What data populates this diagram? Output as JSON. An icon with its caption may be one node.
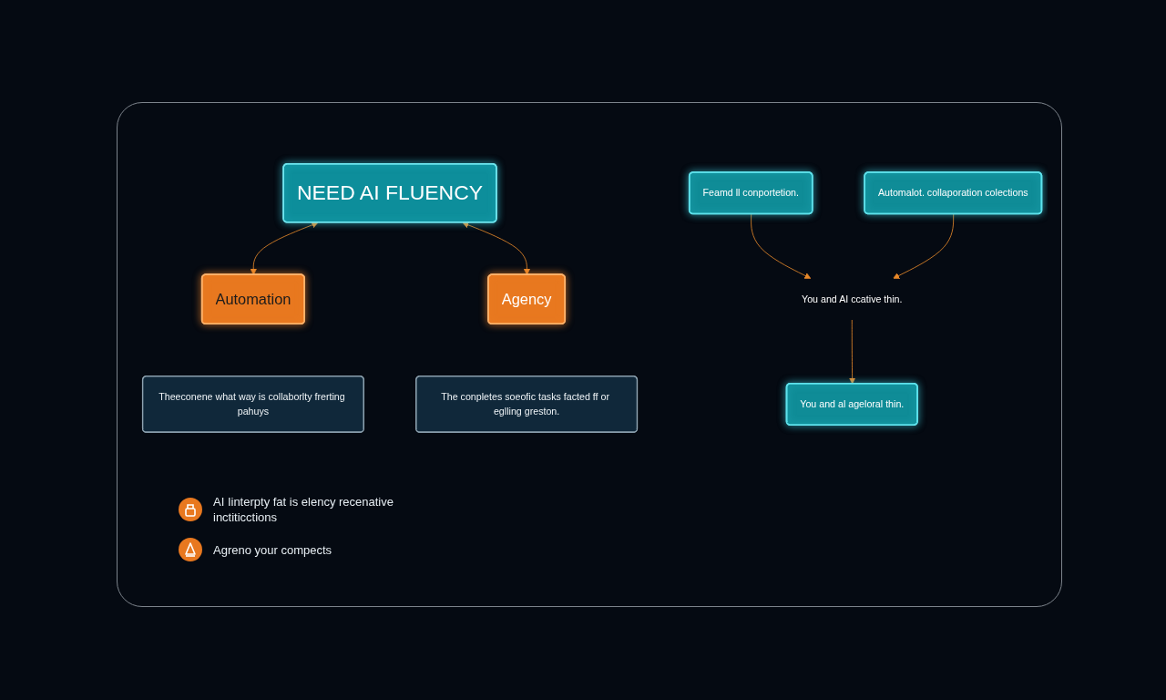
{
  "diagram": {
    "nodes": [
      {
        "text": [
          "NEED AI FLUENCY"
        ]
      },
      {
        "text": [
          "Automation"
        ]
      },
      {
        "text": [
          "Theeconene what way is collaborlty frerting pahuys"
        ]
      },
      {
        "text": [
          "Agency"
        ]
      },
      {
        "text": [
          "The conpletes soeofic tasks facted ff or eglling greston."
        ]
      },
      {
        "text": [
          "Feamd ll conportetion."
        ]
      },
      {
        "text": [
          "Automalot. collaporation colections"
        ]
      },
      {
        "text": [
          "You and AI ccative thin."
        ]
      },
      {
        "text": [
          "You and al ageloral thin."
        ]
      }
    ],
    "edges": [
      {
        "from": 0,
        "to": 1,
        "arrow": "both"
      },
      {
        "from": 0,
        "to": 3,
        "arrow": "both"
      },
      {
        "from": 5,
        "to": 7,
        "arrow": "to"
      },
      {
        "from": 6,
        "to": 7,
        "arrow": "to"
      },
      {
        "from": 7,
        "to": 8,
        "arrow": "to"
      }
    ],
    "labels": [
      "AI Iinterpty fat is elency recenative inctiticctions",
      "Agreno your compects"
    ]
  }
}
